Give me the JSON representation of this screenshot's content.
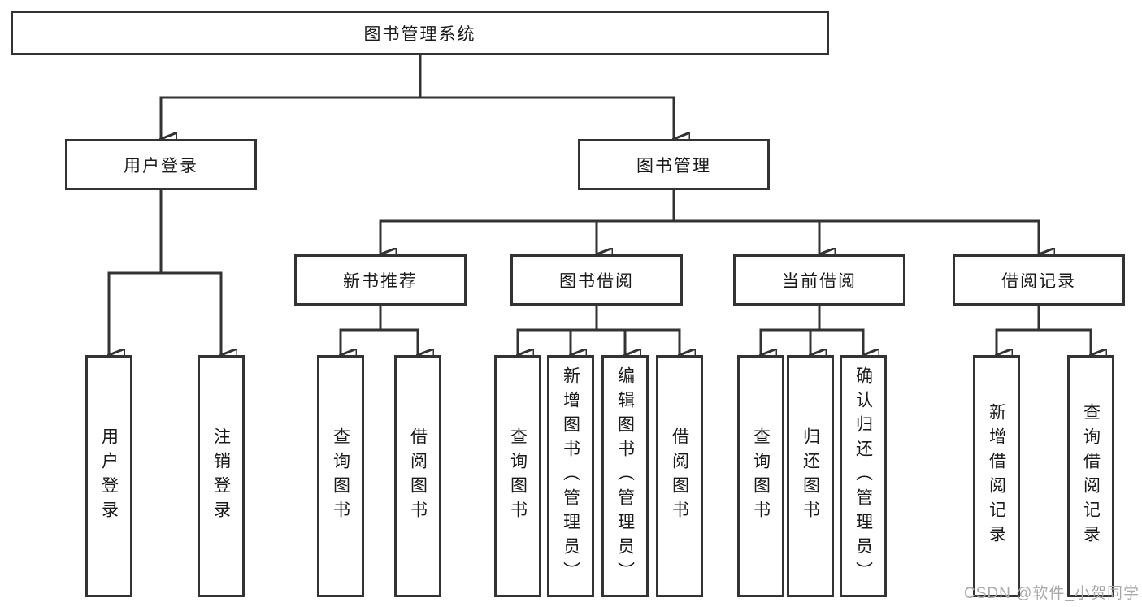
{
  "diagram": {
    "root": "图书管理系统",
    "level1": [
      "用户登录",
      "图书管理"
    ],
    "level2": [
      "新书推荐",
      "图书借阅",
      "当前借阅",
      "借阅记录"
    ],
    "user_login_children": [
      "用户登录",
      "注销登录"
    ],
    "new_book_children": [
      "查询图书",
      "借阅图书"
    ],
    "book_borrow_children": [
      "查询图书",
      "新增图书（管理员）",
      "编辑图书（管理员）",
      "借阅图书"
    ],
    "current_borrow_children": [
      "查询图书",
      "归还图书",
      "确认归还（管理员）"
    ],
    "borrow_record_children": [
      "新增借阅记录",
      "查询借阅记录"
    ]
  },
  "watermark": "CSDN @软件_小贺同学",
  "colors": {
    "line": "#333333",
    "text": "#1a1a1a",
    "box_background": "#ffffff",
    "page_background": "#ffffff",
    "watermark": "#a9a9a9"
  }
}
